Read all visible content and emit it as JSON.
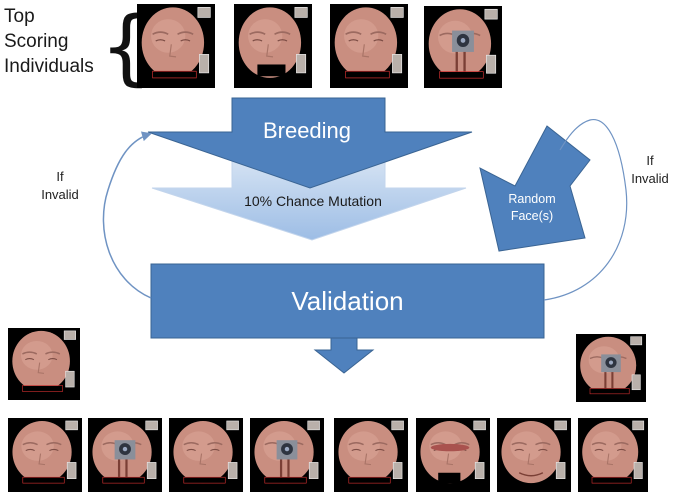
{
  "labels": {
    "top_scoring": [
      "Top",
      "Scoring",
      "Individuals"
    ],
    "breeding": "Breeding",
    "mutation": "10% Chance Mutation",
    "random_face": [
      "Random",
      "Face(s)"
    ],
    "validation": "Validation",
    "if_invalid_left": [
      "If",
      "Invalid"
    ],
    "if_invalid_right": [
      "If",
      "Invalid"
    ]
  },
  "colors": {
    "arrow_fill": "#4f81bd",
    "arrow_stroke": "#3a6493",
    "mutation_top": "#dbe7f5",
    "mutation_bottom": "#9dbde5",
    "face_skin": "#c98e80",
    "face_background": "#000000",
    "loop_line": "#6f93c3"
  },
  "faces": {
    "top_row": [
      "face-neutral",
      "face-mouth-block",
      "face-neutral",
      "face-eye-distorted"
    ],
    "side_left": "face-neutral",
    "side_right": "face-eye-distorted",
    "bottom_row": [
      "face-neutral",
      "face-eye-distorted",
      "face-neutral",
      "face-eye-distorted",
      "face-neutral",
      "face-lips",
      "face-smile",
      "face-neutral"
    ]
  }
}
